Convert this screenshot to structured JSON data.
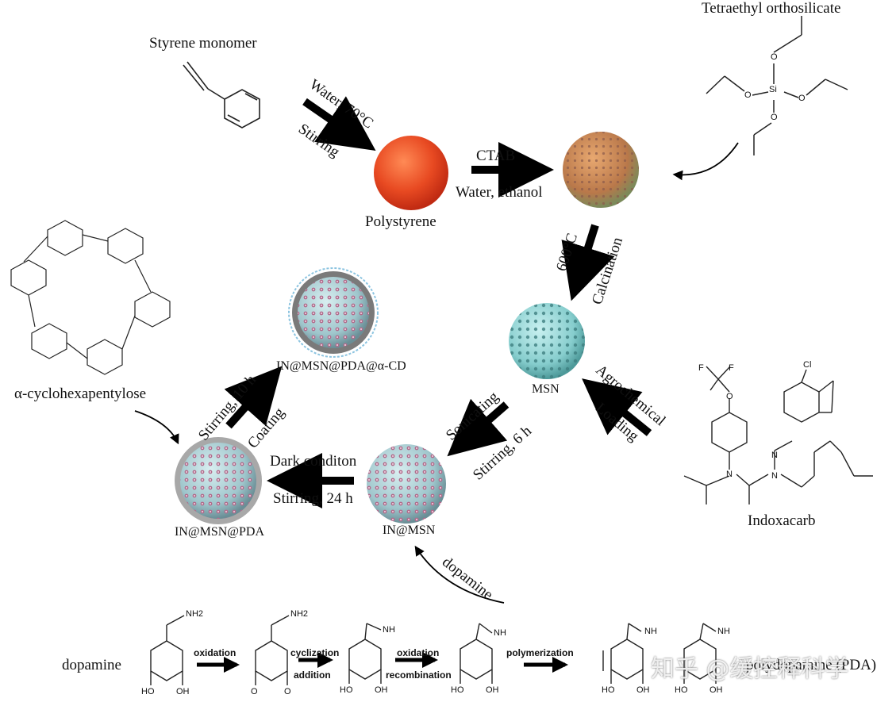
{
  "labels": {
    "styrene": "Styrene monomer",
    "teos": "Tetraethyl orthosilicate",
    "polystyrene": "Polystyrene",
    "ctab": "CTAB",
    "water_ethanol": "Water, ethanol",
    "water70": "Water, 70°C",
    "stirring": "Stirring",
    "temp600": "600°C",
    "calcination": "Calcination",
    "msn": "MSN",
    "agrochemical": "Agrochemical",
    "loading": "Loading",
    "sonicating": "Sonicating",
    "stirring6h": "Stirring, 6 h",
    "in_msn": "IN@MSN",
    "dark": "Dark conditon",
    "stirring24h": "Stirring, 24 h",
    "in_msn_pda": "IN@MSN@PDA",
    "stirring10h": "Stirring, 10 h",
    "coating": "Coating",
    "in_msn_pda_cd": "IN@MSN@PDA@α-CD",
    "alpha_cd": "α-cyclohexapentylose",
    "indoxacarb": "Indoxacarb",
    "dopamine_arrow": "dopamine",
    "dopamine_row": "dopamine"
  },
  "reaction_row": {
    "oxidation": "oxidation",
    "cyclization": "cyclization",
    "addition": "addition",
    "oxidation2": "oxidation",
    "recombination": "recombination",
    "polymerization": "polymerization",
    "pda": "polydopamine (PDA)"
  },
  "chem_labels": {
    "nh2": "NH2",
    "nh": "NH",
    "ho": "HO",
    "oh": "OH",
    "o": "O",
    "si": "Si",
    "cl": "Cl",
    "f": "F",
    "n": "N"
  },
  "watermark": "知乎 @缓控释科学",
  "colors": {
    "polystyrene": "#e4522b",
    "porous": "#c58a5a",
    "msn": "#8fd3d3",
    "pda_ring": "#9a9a9a",
    "cd_ring": "#7fb8d8",
    "pore": "#b05a7a"
  }
}
